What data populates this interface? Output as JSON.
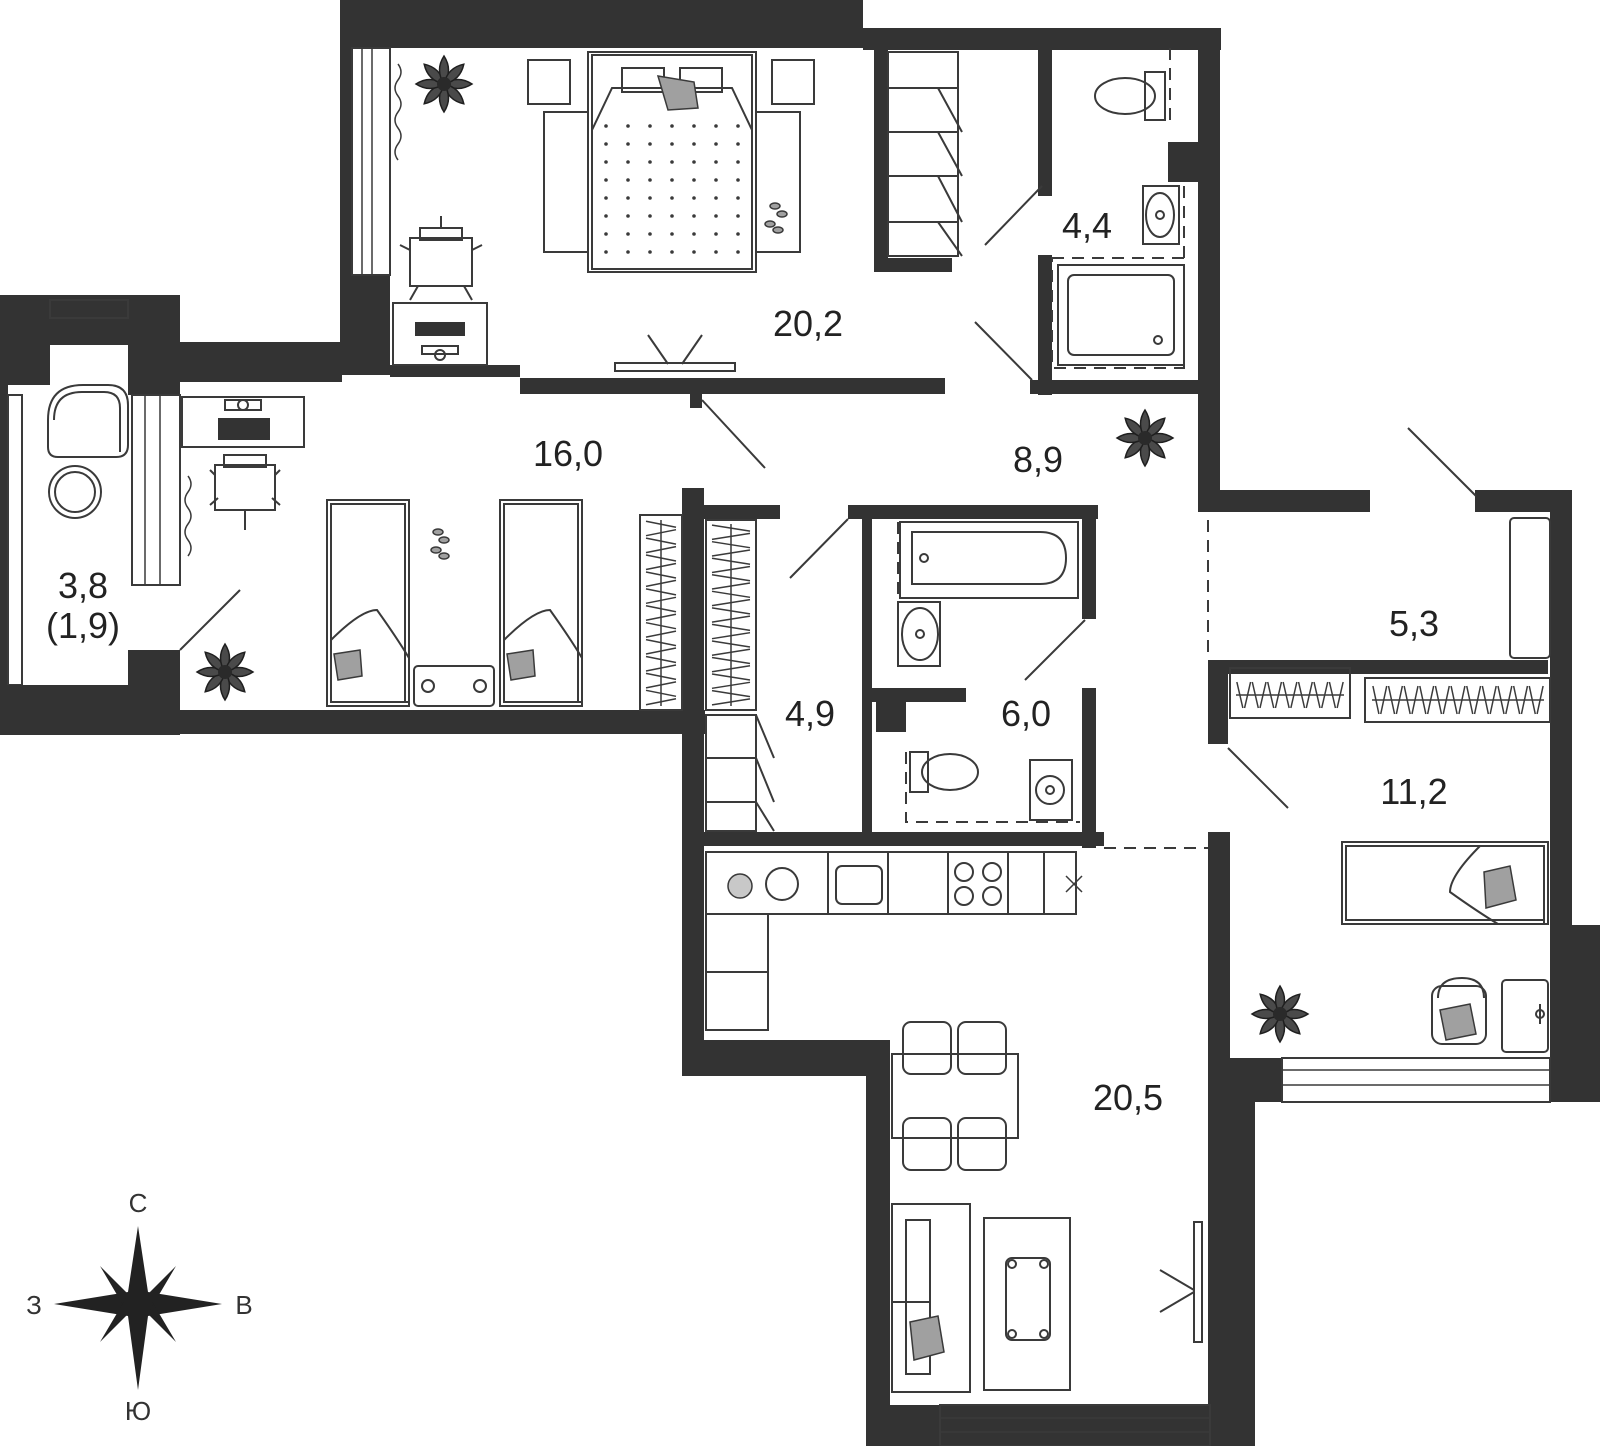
{
  "rooms": [
    {
      "id": "bedroom-master",
      "area": "20,2"
    },
    {
      "id": "bathroom-small",
      "area": "4,4"
    },
    {
      "id": "bedroom-second",
      "area": "16,0"
    },
    {
      "id": "hallway",
      "area": "8,9"
    },
    {
      "id": "balcony",
      "area": "3,8",
      "area_reduced": "(1,9)"
    },
    {
      "id": "wardrobe",
      "area": "4,9"
    },
    {
      "id": "bathroom-large",
      "area": "6,0"
    },
    {
      "id": "storage",
      "area": "5,3"
    },
    {
      "id": "bedroom-third",
      "area": "11,2"
    },
    {
      "id": "kitchen-living",
      "area": "20,5"
    }
  ],
  "compass": {
    "north": "С",
    "south": "Ю",
    "west": "З",
    "east": "В"
  },
  "colors": {
    "wall": "#333333",
    "accent_grey": "#a0a0a0"
  }
}
